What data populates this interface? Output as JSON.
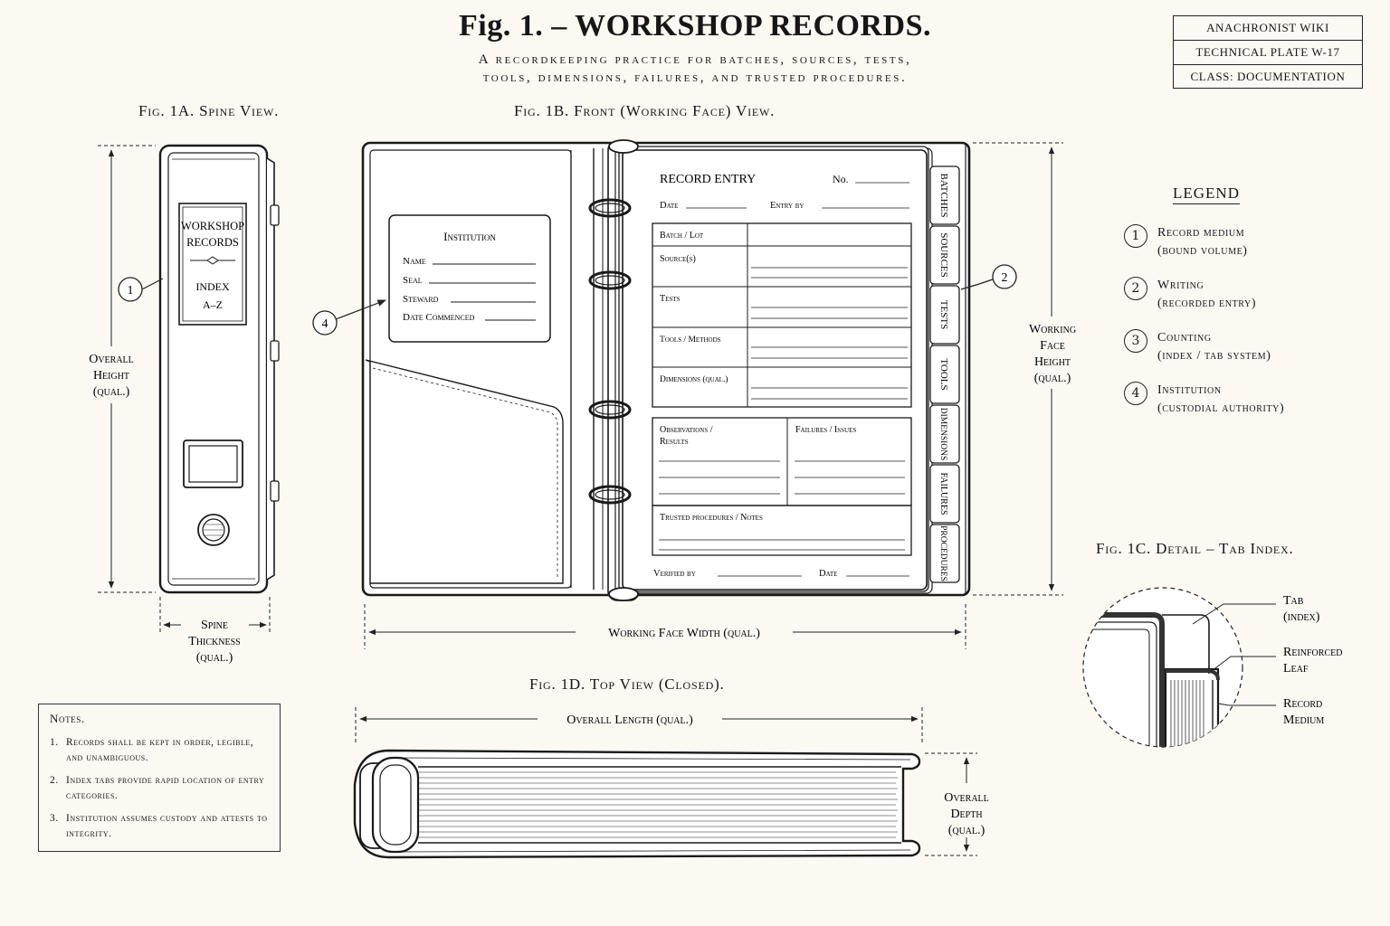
{
  "title": "Fig. 1. – WORKSHOP RECORDS.",
  "subtitle": [
    "A recordkeeping practice for batches, sources, tests,",
    "tools, dimensions, failures, and trusted procedures."
  ],
  "plate": [
    "ANACHRONIST WIKI",
    "TECHNICAL PLATE  W-17",
    "CLASS: DOCUMENTATION"
  ],
  "fig_1a": {
    "caption": "Fig. 1A.  Spine View.",
    "label_lines": [
      "WORKSHOP",
      "RECORDS"
    ],
    "index_lines": [
      "INDEX",
      "A–Z"
    ],
    "overall_height": [
      "Overall",
      "Height",
      "(qual.)"
    ],
    "spine_thickness": [
      "Spine",
      "Thickness",
      "(qual.)"
    ],
    "callout": "1"
  },
  "fig_1b": {
    "caption": "Fig. 1B.  Front (Working Face) View.",
    "institution_card": {
      "title": "Institution",
      "fields": [
        "Name",
        "Seal",
        "Steward",
        "Date Commenced"
      ]
    },
    "record": {
      "title": "RECORD ENTRY",
      "no": "No.",
      "date": "Date",
      "entry_by": "Entry by",
      "rows": [
        "Batch / Lot",
        "Source(s)",
        "Tests",
        "Tools / Methods",
        "Dimensions (qual.)"
      ],
      "obs": [
        "Observations /",
        "Results"
      ],
      "failures": "Failures / Issues",
      "trusted": "Trusted procedures / Notes",
      "verified_by": "Verified by",
      "date2": "Date"
    },
    "tabs": [
      "BATCHES",
      "SOURCES",
      "TESTS",
      "TOOLS",
      "DIMENSIONS",
      "FAILURES",
      "PROCEDURES"
    ],
    "working_face_height": [
      "Working",
      "Face",
      "Height",
      "(qual.)"
    ],
    "working_face_width": "Working Face Width (qual.)",
    "callouts": [
      "4",
      "2"
    ]
  },
  "legend": {
    "title": "LEGEND",
    "items": [
      {
        "num": "1",
        "name": "Record medium",
        "detail": "(bound volume)"
      },
      {
        "num": "2",
        "name": "Writing",
        "detail": "(recorded entry)"
      },
      {
        "num": "3",
        "name": "Counting",
        "detail": "(index / tab system)"
      },
      {
        "num": "4",
        "name": "Institution",
        "detail": "(custodial authority)"
      }
    ]
  },
  "fig_1c": {
    "caption": "Fig. 1C.  Detail – Tab Index.",
    "labels": [
      [
        "Tab",
        "(index)"
      ],
      [
        "Reinforced",
        "Leaf"
      ],
      [
        "Record",
        "Medium"
      ]
    ]
  },
  "fig_1d": {
    "caption": "Fig. 1D.  Top View (Closed).",
    "overall_length": "Overall Length (qual.)",
    "overall_depth": [
      "Overall",
      "Depth",
      "(qual.)"
    ]
  },
  "notes": {
    "title": "Notes.",
    "items": [
      {
        "n": "1.",
        "text": "Records shall be kept in order, legible, and unambiguous."
      },
      {
        "n": "2.",
        "text": "Index tabs provide rapid location of entry categories."
      },
      {
        "n": "3.",
        "text": "Institution assumes custody and attests to integrity."
      }
    ]
  }
}
